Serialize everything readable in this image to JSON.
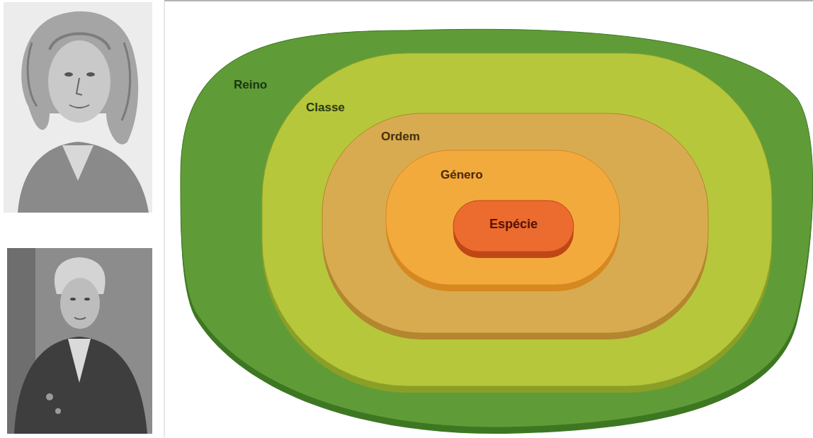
{
  "diagram": {
    "nodes": [
      {
        "text": [
          "Reino"
        ]
      },
      {
        "text": [
          "Classe"
        ],
        "in": 0
      },
      {
        "text": [
          "Ordem"
        ],
        "in": 1
      },
      {
        "text": [
          "Género"
        ],
        "in": 2
      },
      {
        "text": [
          "Espécie"
        ],
        "in": 3
      }
    ]
  }
}
